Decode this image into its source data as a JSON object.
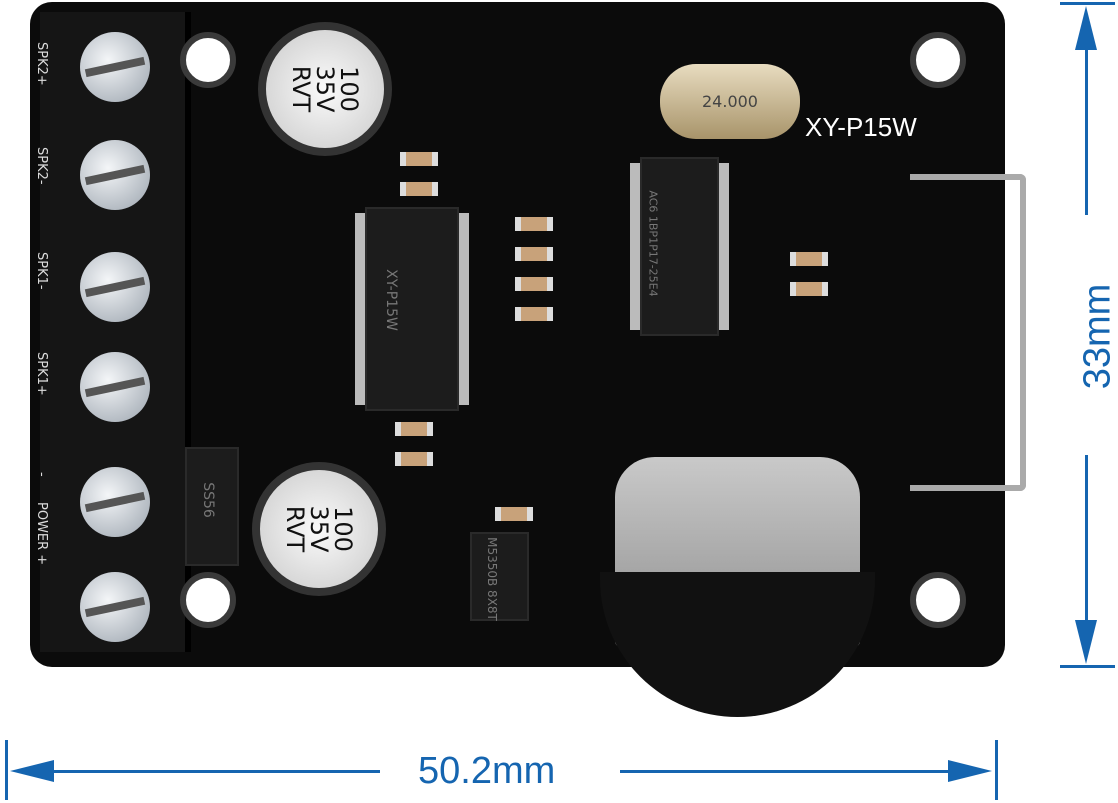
{
  "board": {
    "model_label": "XY-P15W",
    "amp_chip_label": "XY-P15W",
    "bt_chip_label": "AC6 1BP1P17-25E4",
    "crystal_label": "24.000",
    "regulator_label": "M5350B 8X8T",
    "diode_label": "SS56",
    "capacitor_labels": [
      "100",
      "35V",
      "RVT"
    ],
    "terminal_labels": [
      "SPK2+",
      "SPK2-",
      "SPK1-",
      "SPK1+",
      "-",
      "POWER +"
    ]
  },
  "dimensions": {
    "width": "50.2mm",
    "height": "33mm",
    "color": "#1565b0"
  }
}
